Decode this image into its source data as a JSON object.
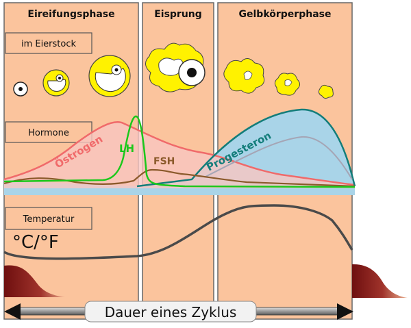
{
  "phases": {
    "follicular": "Eireifungsphase",
    "ovulation": "Eisprung",
    "luteal": "Gelbkörperphase"
  },
  "labels": {
    "ovary": "im Eierstock",
    "hormones": "Hormone",
    "temperature": "Temperatur",
    "unit": "°C/°F",
    "cycle_length": "Dauer eines Zyklus"
  },
  "hormones": {
    "estrogen": "Östrogen",
    "lh": "LH",
    "fsh": "FSH",
    "progesterone": "Progesteron"
  },
  "colors": {
    "phase_fill": "#FBC49D",
    "estrogen": "#F06A6A",
    "estrogen_fill": "#F9C5C0",
    "lh": "#1BC81B",
    "fsh": "#8B5A2B",
    "progesterone": "#137D7A",
    "progesterone_fill": "#A9D4E8",
    "temperature": "#4A4A4A",
    "follicle": "#FFF200",
    "menstruation": "#8B1A1A"
  }
}
